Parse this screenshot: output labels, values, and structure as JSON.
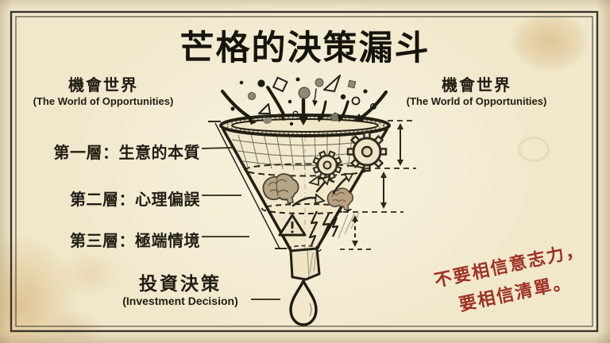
{
  "title": "芒格的決策漏斗",
  "left_world": {
    "zh": "機會世界",
    "en": "(The World of Opportunities)"
  },
  "right_world": {
    "zh": "機會世界",
    "en": "(The World of Opportunities)"
  },
  "layers": [
    {
      "label": "第一層：生意的本質"
    },
    {
      "label": "第二層：心理偏誤"
    },
    {
      "label": "第三層：極端情境"
    }
  ],
  "decision": {
    "zh": "投資決策",
    "en": "(Investment Decision)"
  },
  "note": {
    "line1": "不要相信意志力，",
    "line2": "要相信清單。"
  },
  "colors": {
    "paper": "#f1e8cc",
    "ink": "#262219",
    "note_red": "#9e3124",
    "shape_gray": "#8d8878",
    "brain_tan": "#b5a485",
    "stain_amber": "#d0a568"
  },
  "icons": {
    "funnel-icon": "hand-drawn three-layer funnel",
    "gear-icon": "two gears in layer 1",
    "brain-icon": "two brains in layer 2",
    "exchange-arrows-icon": "curved swap arrows in layer 2",
    "warning-triangle-icon": "alert triangle in layer 3",
    "lightning-icon": "zigzag bolts in layer 3",
    "water-drop-icon": "single drop below spout",
    "falling-shapes": "dots, circles, diamond, triangles, pentagon entering funnel",
    "curved-arrow-icon": "arrows pouring into funnel mouth",
    "measure-arrow-icon": "dashed dimension arrows at right"
  }
}
